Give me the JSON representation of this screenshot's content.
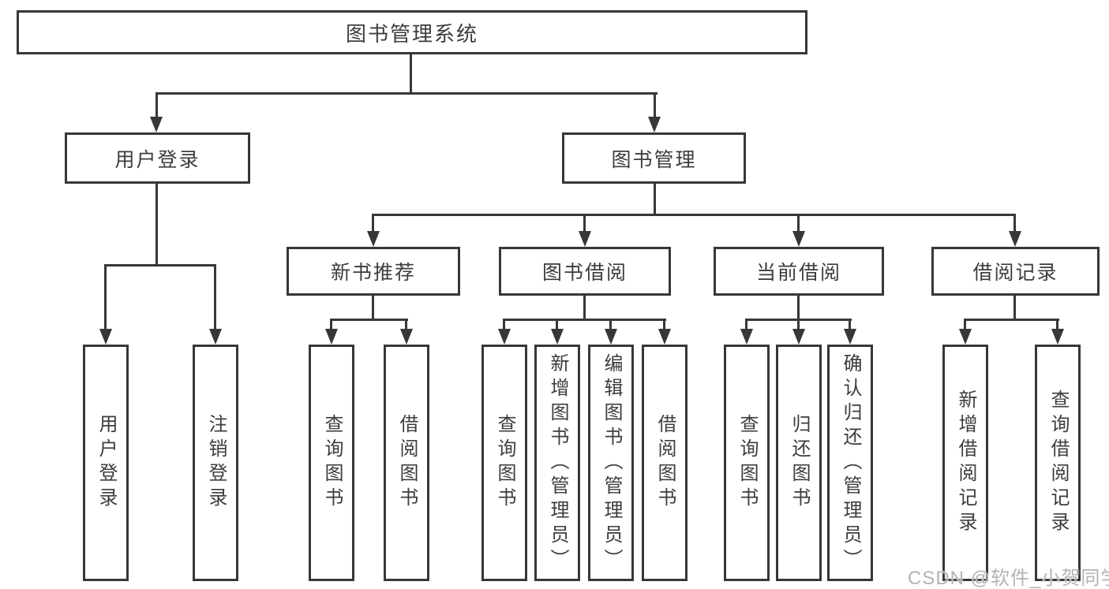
{
  "root": {
    "label": "图书管理系统"
  },
  "modules": {
    "user_login": {
      "label": "用户登录"
    },
    "book_management": {
      "label": "图书管理"
    }
  },
  "submodules": {
    "new_book_recommend": {
      "label": "新书推荐"
    },
    "book_borrowing": {
      "label": "图书借阅"
    },
    "current_borrowing": {
      "label": "当前借阅"
    },
    "borrowing_records": {
      "label": "借阅记录"
    }
  },
  "features": {
    "user_login": [
      "用户登录",
      "注销登录"
    ],
    "new_book_recommend": [
      "查询图书",
      "借阅图书"
    ],
    "book_borrowing": [
      "查询图书",
      "新增图书（管理员）",
      "编辑图书（管理员）",
      "借阅图书"
    ],
    "current_borrowing": [
      "查询图书",
      "归还图书",
      "确认归还（管理员）"
    ],
    "borrowing_records": [
      "新增借阅记录",
      "查询借阅记录"
    ]
  },
  "watermark": "CSDN @软件_小贺同学",
  "colors": {
    "line": "#373737",
    "text": "#3d3d3d",
    "watermark": "#b3b3b3",
    "background": "#ffffff"
  }
}
